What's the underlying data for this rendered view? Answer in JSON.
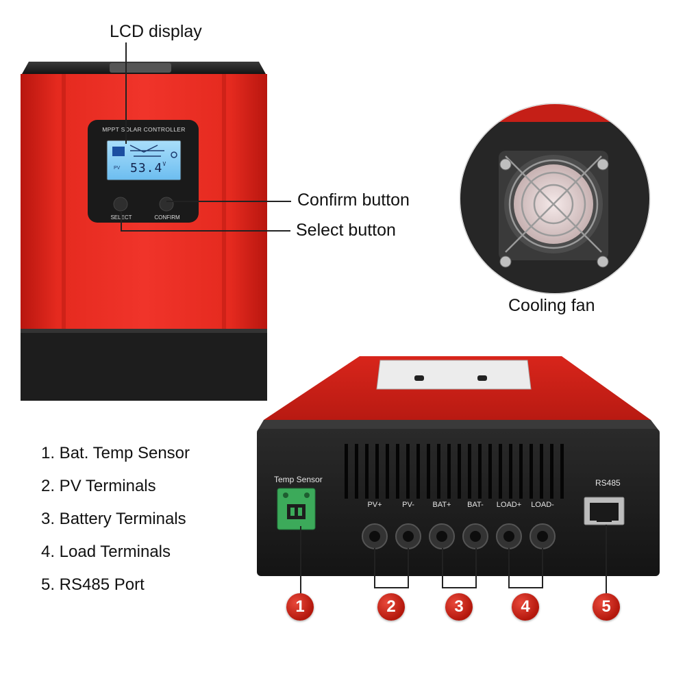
{
  "callouts": {
    "lcd_display": "LCD display",
    "confirm_button": "Confirm button",
    "select_button": "Select button",
    "cooling_fan": "Cooling fan"
  },
  "device": {
    "controller_label": "MPPT SOLAR CONTROLLER",
    "lcd_reading": "53.4",
    "lcd_unit": "V",
    "lcd_pv_label": "PV",
    "select_label": "SELECT",
    "confirm_label": "CONFIRM",
    "temp_sensor_label": "Temp Sensor",
    "rs485_label": "RS485",
    "terminals": [
      "PV+",
      "PV-",
      "BAT+",
      "BAT-",
      "LOAD+",
      "LOAD-"
    ]
  },
  "legend": [
    "1. Bat. Temp Sensor",
    "2. PV Terminals",
    "3. Battery Terminals",
    "4. Load Terminals",
    "5. RS485 Port"
  ],
  "badges": [
    "1",
    "2",
    "3",
    "4",
    "5"
  ],
  "colors": {
    "device_red": "#e0261b",
    "device_black": "#1c1c1c",
    "lcd_blue": "#8fd0f5",
    "badge_red": "#c8201a",
    "connector_green": "#3caa5a"
  }
}
